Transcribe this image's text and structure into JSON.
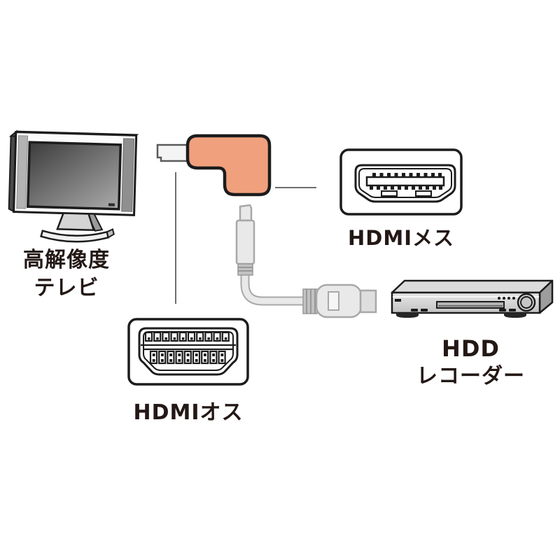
{
  "diagram": {
    "tv": {
      "label_line1": "高解像度",
      "label_line2": "テレビ"
    },
    "female_connector": {
      "label": "HDMIメス"
    },
    "male_connector": {
      "label": "HDMIオス"
    },
    "recorder": {
      "label_line1": "HDD",
      "label_line2": "レコーダー"
    },
    "colors": {
      "adapter_orange": "#F0A07D",
      "outline": "#1C1C1C",
      "text": "#231815",
      "cable_fill": "#E9E9E9",
      "cable_stroke": "#A8A8A8",
      "background": "#FFFFFF"
    },
    "illustrations": [
      "tv-illustration",
      "hdmi-adapter-illustration",
      "hdmi-female-port-illustration",
      "hdmi-cable-illustration",
      "hdmi-male-plug-illustration",
      "hdd-recorder-illustration"
    ]
  }
}
